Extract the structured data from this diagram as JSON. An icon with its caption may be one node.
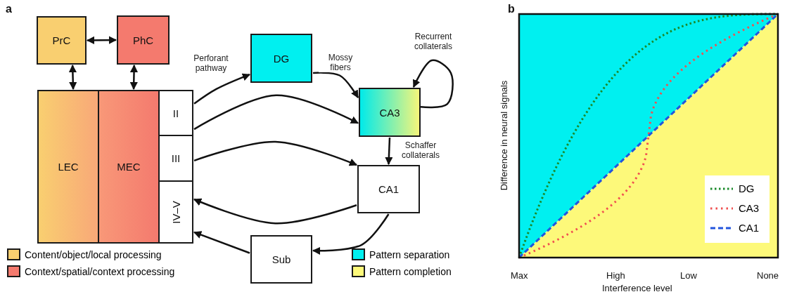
{
  "diagram": {
    "nodes": [
      {
        "text": [
          "PrC"
        ]
      },
      {
        "text": [
          "PhC"
        ]
      },
      {
        "text": [
          "LEC"
        ]
      },
      {
        "text": [
          "MEC"
        ]
      },
      {
        "text": [
          "II"
        ]
      },
      {
        "text": [
          "III"
        ]
      },
      {
        "text": [
          "IV–V"
        ]
      },
      {
        "text": [
          "DG"
        ]
      },
      {
        "text": [
          "CA3"
        ]
      },
      {
        "text": [
          "CA1"
        ]
      },
      {
        "text": [
          "Sub"
        ]
      }
    ],
    "edges": [
      {
        "from": 0,
        "to": 1,
        "arrow": "both"
      },
      {
        "from": 0,
        "to": 2,
        "arrow": "both"
      },
      {
        "from": 1,
        "to": 3,
        "arrow": "both"
      },
      {
        "from": 4,
        "to": 7,
        "arrow": "to",
        "label": "Perforant pathway"
      },
      {
        "from": 7,
        "to": 8,
        "arrow": "to",
        "label": "Mossy fibers"
      },
      {
        "from": 4,
        "to": 8,
        "arrow": "to"
      },
      {
        "from": 8,
        "to": 8,
        "arrow": "to",
        "label": "Recurrent collaterals"
      },
      {
        "from": 8,
        "to": 9,
        "arrow": "to",
        "label": "Schaffer collaterals"
      },
      {
        "from": 5,
        "to": 9,
        "arrow": "to"
      },
      {
        "from": 9,
        "to": 6,
        "arrow": "to"
      },
      {
        "from": 9,
        "to": 10,
        "arrow": "to"
      },
      {
        "from": 10,
        "to": 6,
        "arrow": "to"
      }
    ],
    "labels": [
      "a",
      "b",
      "Difference in neural signals",
      "Max",
      "High",
      "Low",
      "None",
      "Interference level"
    ],
    "legend": [
      {
        "text": "Content/object/local processing",
        "color": "#f9cf70"
      },
      {
        "text": "Context/spatial/context processing",
        "color": "#f47a6e"
      },
      {
        "text": "Pattern separation",
        "color": "#00f0f0"
      },
      {
        "text": "Pattern completion",
        "color": "#fdf97a"
      },
      {
        "text": "DG"
      },
      {
        "text": "CA3"
      },
      {
        "text": "CA1"
      }
    ]
  }
}
